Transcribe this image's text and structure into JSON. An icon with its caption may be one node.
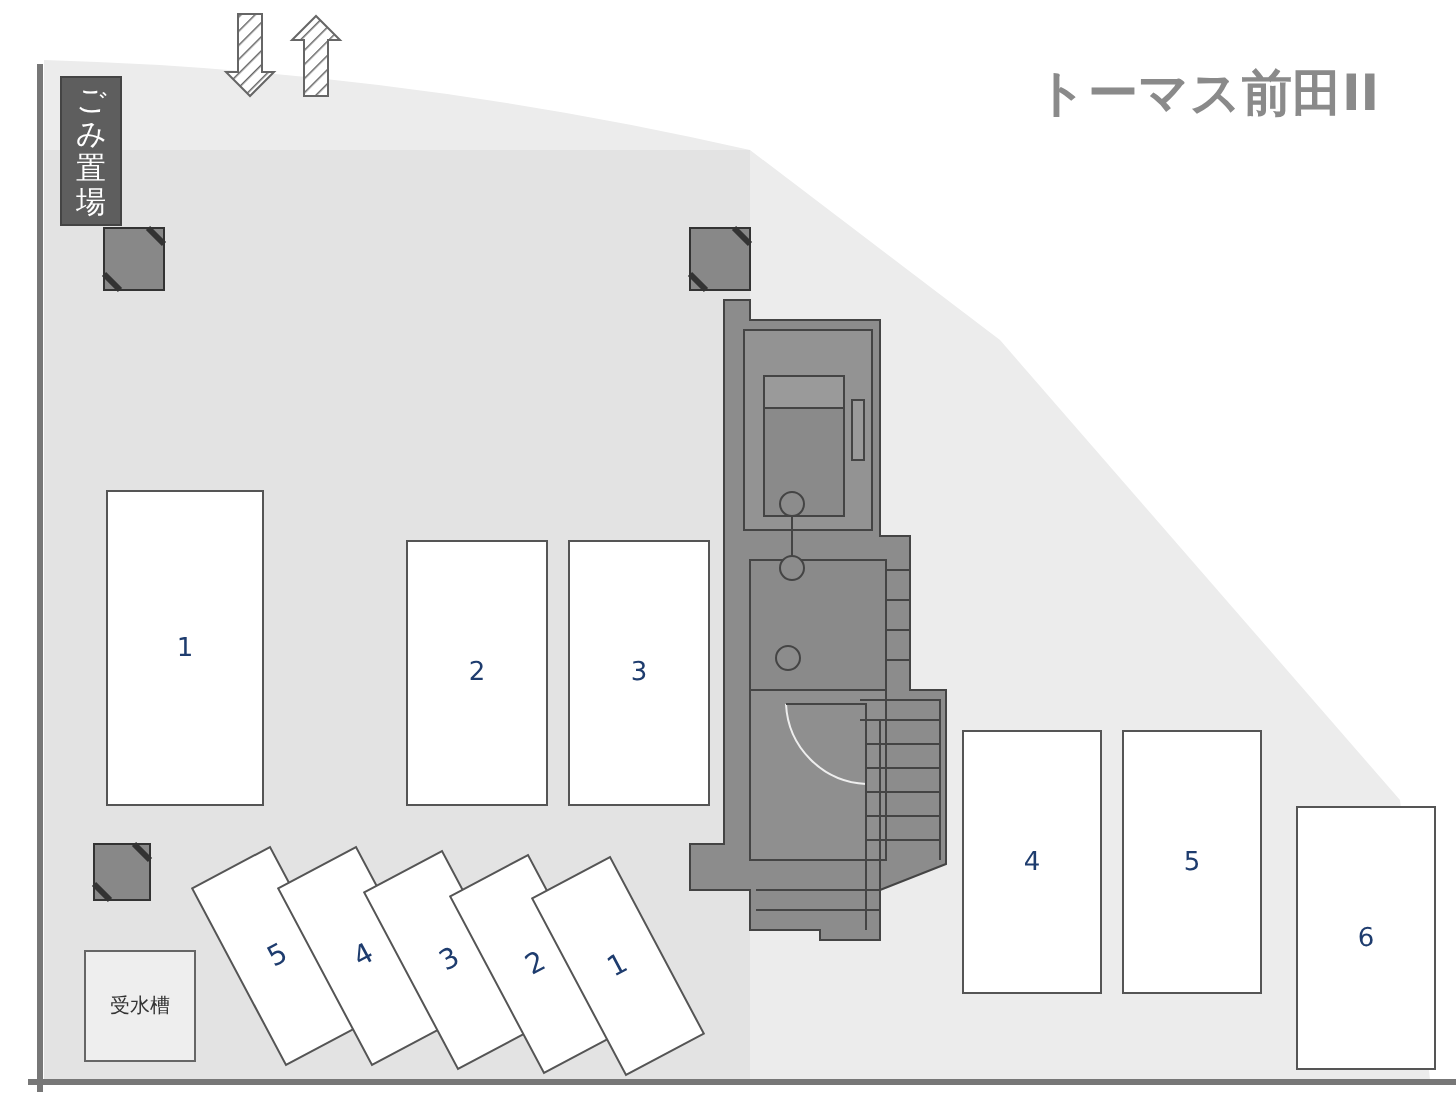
{
  "diagram": {
    "title": "トーマス前田II",
    "nodes": [
      {
        "text": [
          "ごみ置場"
        ]
      },
      {
        "text": [
          "1"
        ]
      },
      {
        "text": [
          "2"
        ]
      },
      {
        "text": [
          "3"
        ]
      },
      {
        "text": [
          "4"
        ]
      },
      {
        "text": [
          "5"
        ]
      },
      {
        "text": [
          "6"
        ]
      },
      {
        "text": [
          "5"
        ]
      },
      {
        "text": [
          "4"
        ]
      },
      {
        "text": [
          "3"
        ]
      },
      {
        "text": [
          "2"
        ]
      },
      {
        "text": [
          "1"
        ]
      },
      {
        "text": [
          "受水槽"
        ]
      }
    ]
  }
}
